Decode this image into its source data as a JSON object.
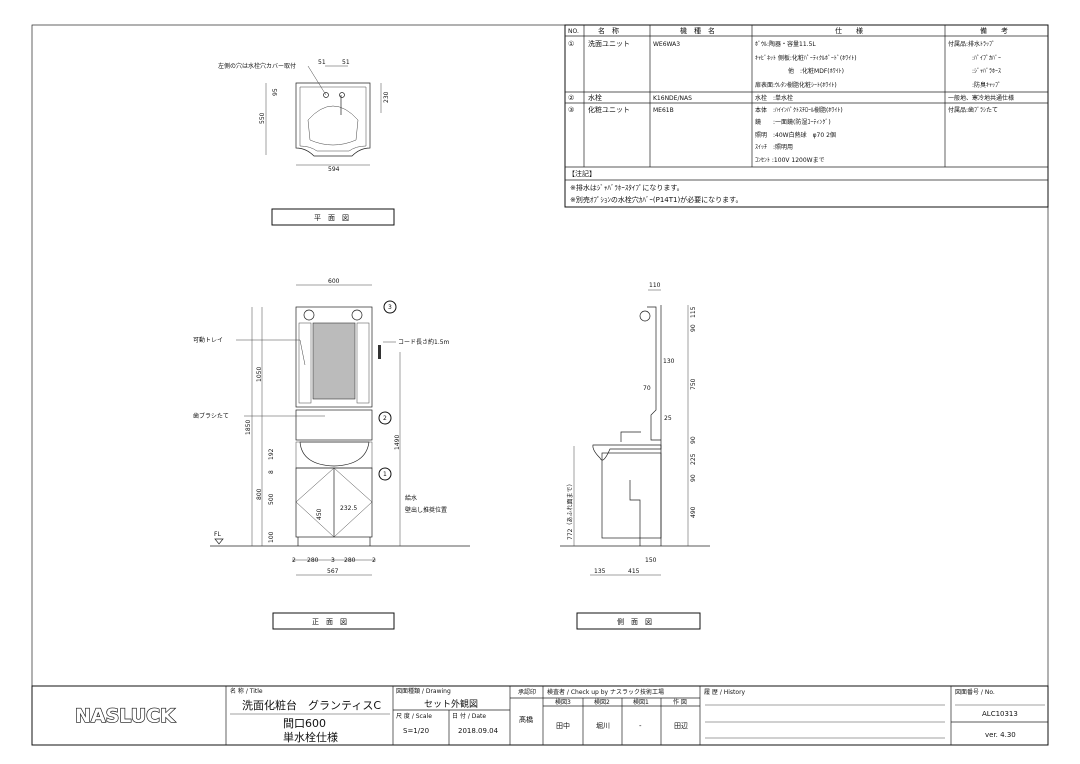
{
  "spec_table": {
    "headers": [
      "NO.",
      "名　称",
      "機　種　名",
      "仕　　様",
      "備　　考"
    ],
    "rows": [
      {
        "no": "①",
        "name": "洗面ユニット",
        "model": "WE6WA3",
        "spec": [
          "ﾎﾞｳﾙ:陶器・容量11.5L",
          "ｷｬﾋﾞﾈｯﾄ 側板:化粧ﾊﾟｰﾃｨｸﾙﾎﾞｰﾄﾞ(ﾎﾜｲﾄ)",
          "他　:化粧MDF(ﾎﾜｲﾄ)",
          "扉表面:ｳﾚﾀﾝ樹脂化粧ｼｰﾄ(ﾎﾜｲﾄ)"
        ],
        "note": [
          "付属品:排水ﾄﾗｯﾌﾟ",
          ":ﾊﾟｲﾌﾟｶﾊﾞｰ",
          ":ｼﾞｬﾊﾞﾗﾎｰｽ",
          ":防臭ｷｬｯﾌﾟ"
        ]
      },
      {
        "no": "②",
        "name": "水栓",
        "model": "K16NDE/NAS",
        "spec": [
          "水栓　:単水栓"
        ],
        "note": [
          "一般地、寒冷地共通仕様"
        ]
      },
      {
        "no": "③",
        "name": "化粧ユニット",
        "model": "ME61B",
        "spec": [
          "本体　:ﾊｲｲﾝﾊﾟｸﾄｽﾁﾛｰﾙ樹脂(ﾎﾜｲﾄ)",
          "鏡　　:一面鏡(防湿ｺｰﾃｨﾝｸﾞ)",
          "照明　:40W白熱球　φ70 2個",
          "ｽｲｯﾁ　:照明用",
          "ｺﾝｾﾝﾄ :100V 1200Wまで"
        ],
        "note": [
          "付属品:歯ﾌﾞﾗｼたて"
        ]
      }
    ],
    "notes_header": "【注記】",
    "notes": [
      "※排水はｼﾞｬﾊﾞﾗﾎｰｽﾀｲﾌﾟになります。",
      "※別売ｵﾌﾟｼｮﾝの水栓穴ｶﾊﾞｰ(P14T1)が必要になります。"
    ]
  },
  "plan_view": {
    "title": "平　面　図",
    "note": "左側の穴は水栓穴カバー取付",
    "dims": [
      "51",
      "51",
      "95",
      "550",
      "230",
      "594"
    ]
  },
  "front_view": {
    "title": "正　面　図",
    "labels": {
      "tray": "可動トレイ",
      "toothbrush": "歯ブラシたて",
      "cord": "コード長さ約1.5m",
      "supply1": "給水",
      "supply2": "壁出し推奨位置",
      "fl": "FL",
      "n1": "1",
      "n2": "2",
      "n3": "3"
    },
    "dims": {
      "w600": "600",
      "h1850": "1850",
      "h1050": "1050",
      "h1490": "1490",
      "h800": "800",
      "h192": "192",
      "h8": "8",
      "h500": "500",
      "h100": "100",
      "h450": "450",
      "d232": "232.5",
      "b": [
        "2",
        "280",
        "3",
        "280",
        "2"
      ],
      "w567": "567"
    }
  },
  "side_view": {
    "title": "側　面　図",
    "dims": {
      "d110": "110",
      "d115": "115",
      "d90a": "90",
      "d130": "130",
      "d70": "70",
      "d750": "750",
      "d25": "25",
      "d90b": "90",
      "d225": "225",
      "d90c": "90",
      "d490": "490",
      "d772": "772（あふれ面まで）",
      "d150": "150",
      "d135": "135",
      "d415": "415"
    }
  },
  "title_block": {
    "logo": "NASLUCK",
    "title_label": "名 称 / Title",
    "title1": "洗面化粧台　グランティスC",
    "title2": "間口600",
    "title3": "単水栓仕様",
    "drawing_label": "図面種類 / Drawing",
    "drawing": "セット外観図",
    "scale_label": "尺 度 / Scale",
    "scale": "S=1/20",
    "date_label": "日 付 / Date",
    "date": "2018.09.04",
    "approve_label": "承認印",
    "approver": "髙橋",
    "check_label": "検査者 / Check up by ナスラック技術工場",
    "check_cols": [
      "検図3",
      "検図2",
      "検図1",
      "作 図"
    ],
    "check_vals": [
      "田中",
      "堀川",
      "-",
      "田辺"
    ],
    "history_label": "履 歴 / History",
    "no_label": "図面番号 / No.",
    "no": "ALC10313",
    "ver": "ver. 4.30"
  }
}
